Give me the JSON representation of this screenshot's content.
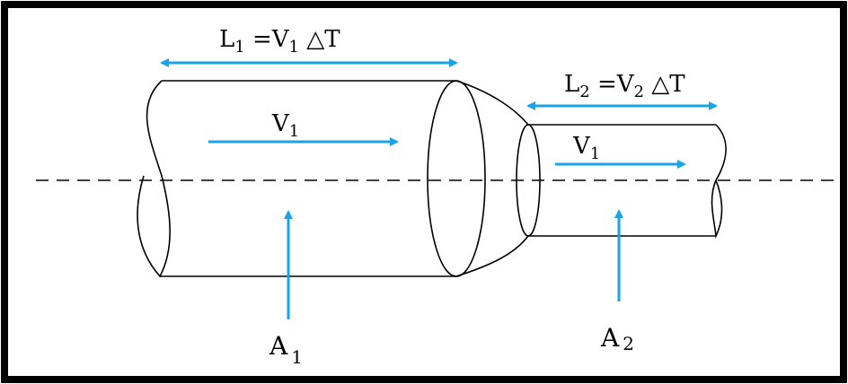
{
  "colors": {
    "arrow": "#1aa3e8",
    "outline": "#000000",
    "background": "#ffffff"
  },
  "labels": {
    "l1_main_a": "L",
    "l1_sub_a": "1",
    "l1_main_b": " =V",
    "l1_sub_b": "1",
    "l1_tail": " △T",
    "l2_main_a": "L",
    "l2_sub_a": "2",
    "l2_main_b": " =V",
    "l2_sub_b": "2",
    "l2_tail": " △T",
    "v1_left_main": "V",
    "v1_left_sub": "1",
    "v1_right_main": "V",
    "v1_right_sub": "1",
    "a1_main": "A",
    "a1_sub": "1",
    "a2_main": "A",
    "a2_sub": "2"
  }
}
